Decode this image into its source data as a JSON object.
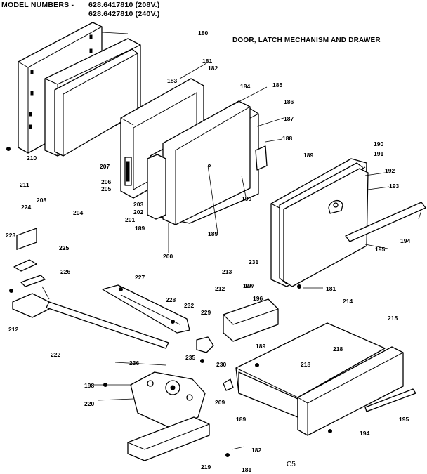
{
  "header": {
    "model_numbers_label": "MODEL NUMBERS -",
    "model_1": "628.6417810 (208V.)",
    "model_2": "628.6427810 (240V.)",
    "title": "DOOR, LATCH MECHANISM AND DRAWER"
  },
  "footer_code": "C5",
  "callouts": [
    "180",
    "181",
    "182",
    "183",
    "184",
    "185",
    "186",
    "187",
    "188",
    "189",
    "190",
    "191",
    "192",
    "193",
    "194",
    "195",
    "196",
    "197",
    "199",
    "200",
    "201",
    "202",
    "203",
    "204",
    "205",
    "206",
    "207",
    "208",
    "209",
    "210",
    "211",
    "212",
    "213",
    "214",
    "215",
    "218",
    "219",
    "220",
    "222",
    "223",
    "224",
    "225",
    "226",
    "227",
    "228",
    "229",
    "230",
    "231",
    "232",
    "235",
    "236",
    "198"
  ],
  "colors": {
    "ink": "#000000",
    "paper": "#ffffff"
  }
}
